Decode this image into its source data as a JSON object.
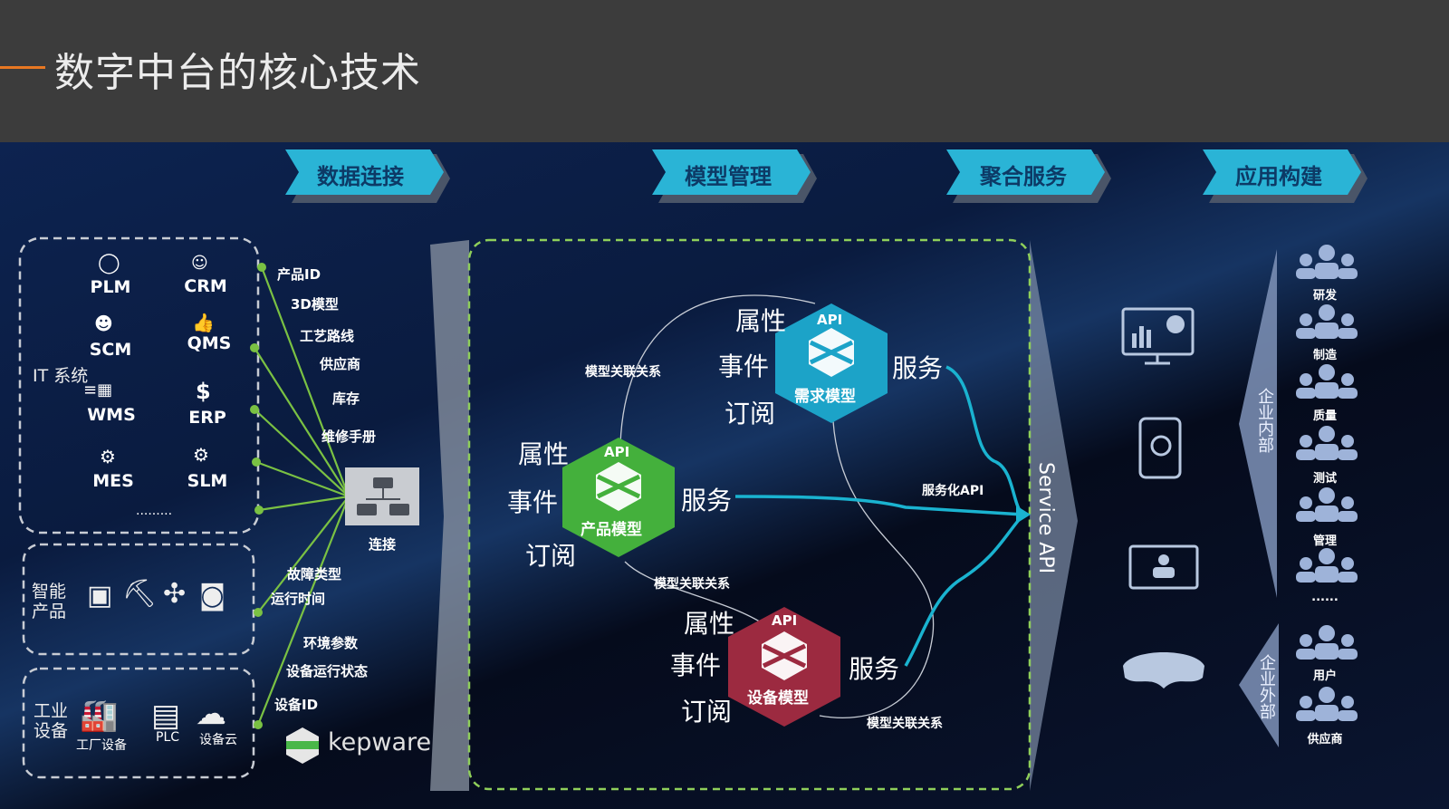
{
  "header": {
    "title": "数字中台的核心技术"
  },
  "stages": [
    "数据连接",
    "模型管理",
    "聚合服务",
    "应用构建"
  ],
  "colors": {
    "accent": "#e87722",
    "chevron": "#2ab4d6",
    "green_link": "#7ac143",
    "demand_model": "#1ca3c8",
    "product_model": "#44b03c",
    "device_model": "#9c2a40",
    "service_link": "#1ab3d0"
  },
  "it_systems": {
    "group_label": "IT 系统",
    "items": [
      "PLM",
      "CRM",
      "SCM",
      "QMS",
      "WMS",
      "ERP",
      "MES",
      "SLM"
    ],
    "more": "........."
  },
  "smart_products": {
    "group_label": "智能产品"
  },
  "industrial": {
    "group_label": "工业设备",
    "items": [
      "工厂设备",
      "PLC",
      "设备云"
    ]
  },
  "connect_label": "连接",
  "data_fields": [
    "产品ID",
    "3D模型",
    "工艺路线",
    "供应商",
    "库存",
    "维修手册",
    "故障类型",
    "运行时间",
    "环境参数",
    "设备运行状态",
    "设备ID"
  ],
  "kepware": "kepware",
  "models": [
    {
      "name": "需求模型",
      "api": "API",
      "attrs": [
        "属性",
        "事件",
        "订阅"
      ],
      "service": "服务"
    },
    {
      "name": "产品模型",
      "api": "API",
      "attrs": [
        "属性",
        "事件",
        "订阅"
      ],
      "service": "服务"
    },
    {
      "name": "设备模型",
      "api": "API",
      "attrs": [
        "属性",
        "事件",
        "订阅"
      ],
      "service": "服务"
    }
  ],
  "relation_label": "模型关联关系",
  "service_api_label": "服务化API",
  "service_api": "Service API",
  "internal": {
    "label": "企业内部",
    "items": [
      "研发",
      "制造",
      "质量",
      "测试",
      "管理"
    ],
    "more": "......"
  },
  "external": {
    "label": "企业外部",
    "items": [
      "用户",
      "供应商"
    ]
  }
}
